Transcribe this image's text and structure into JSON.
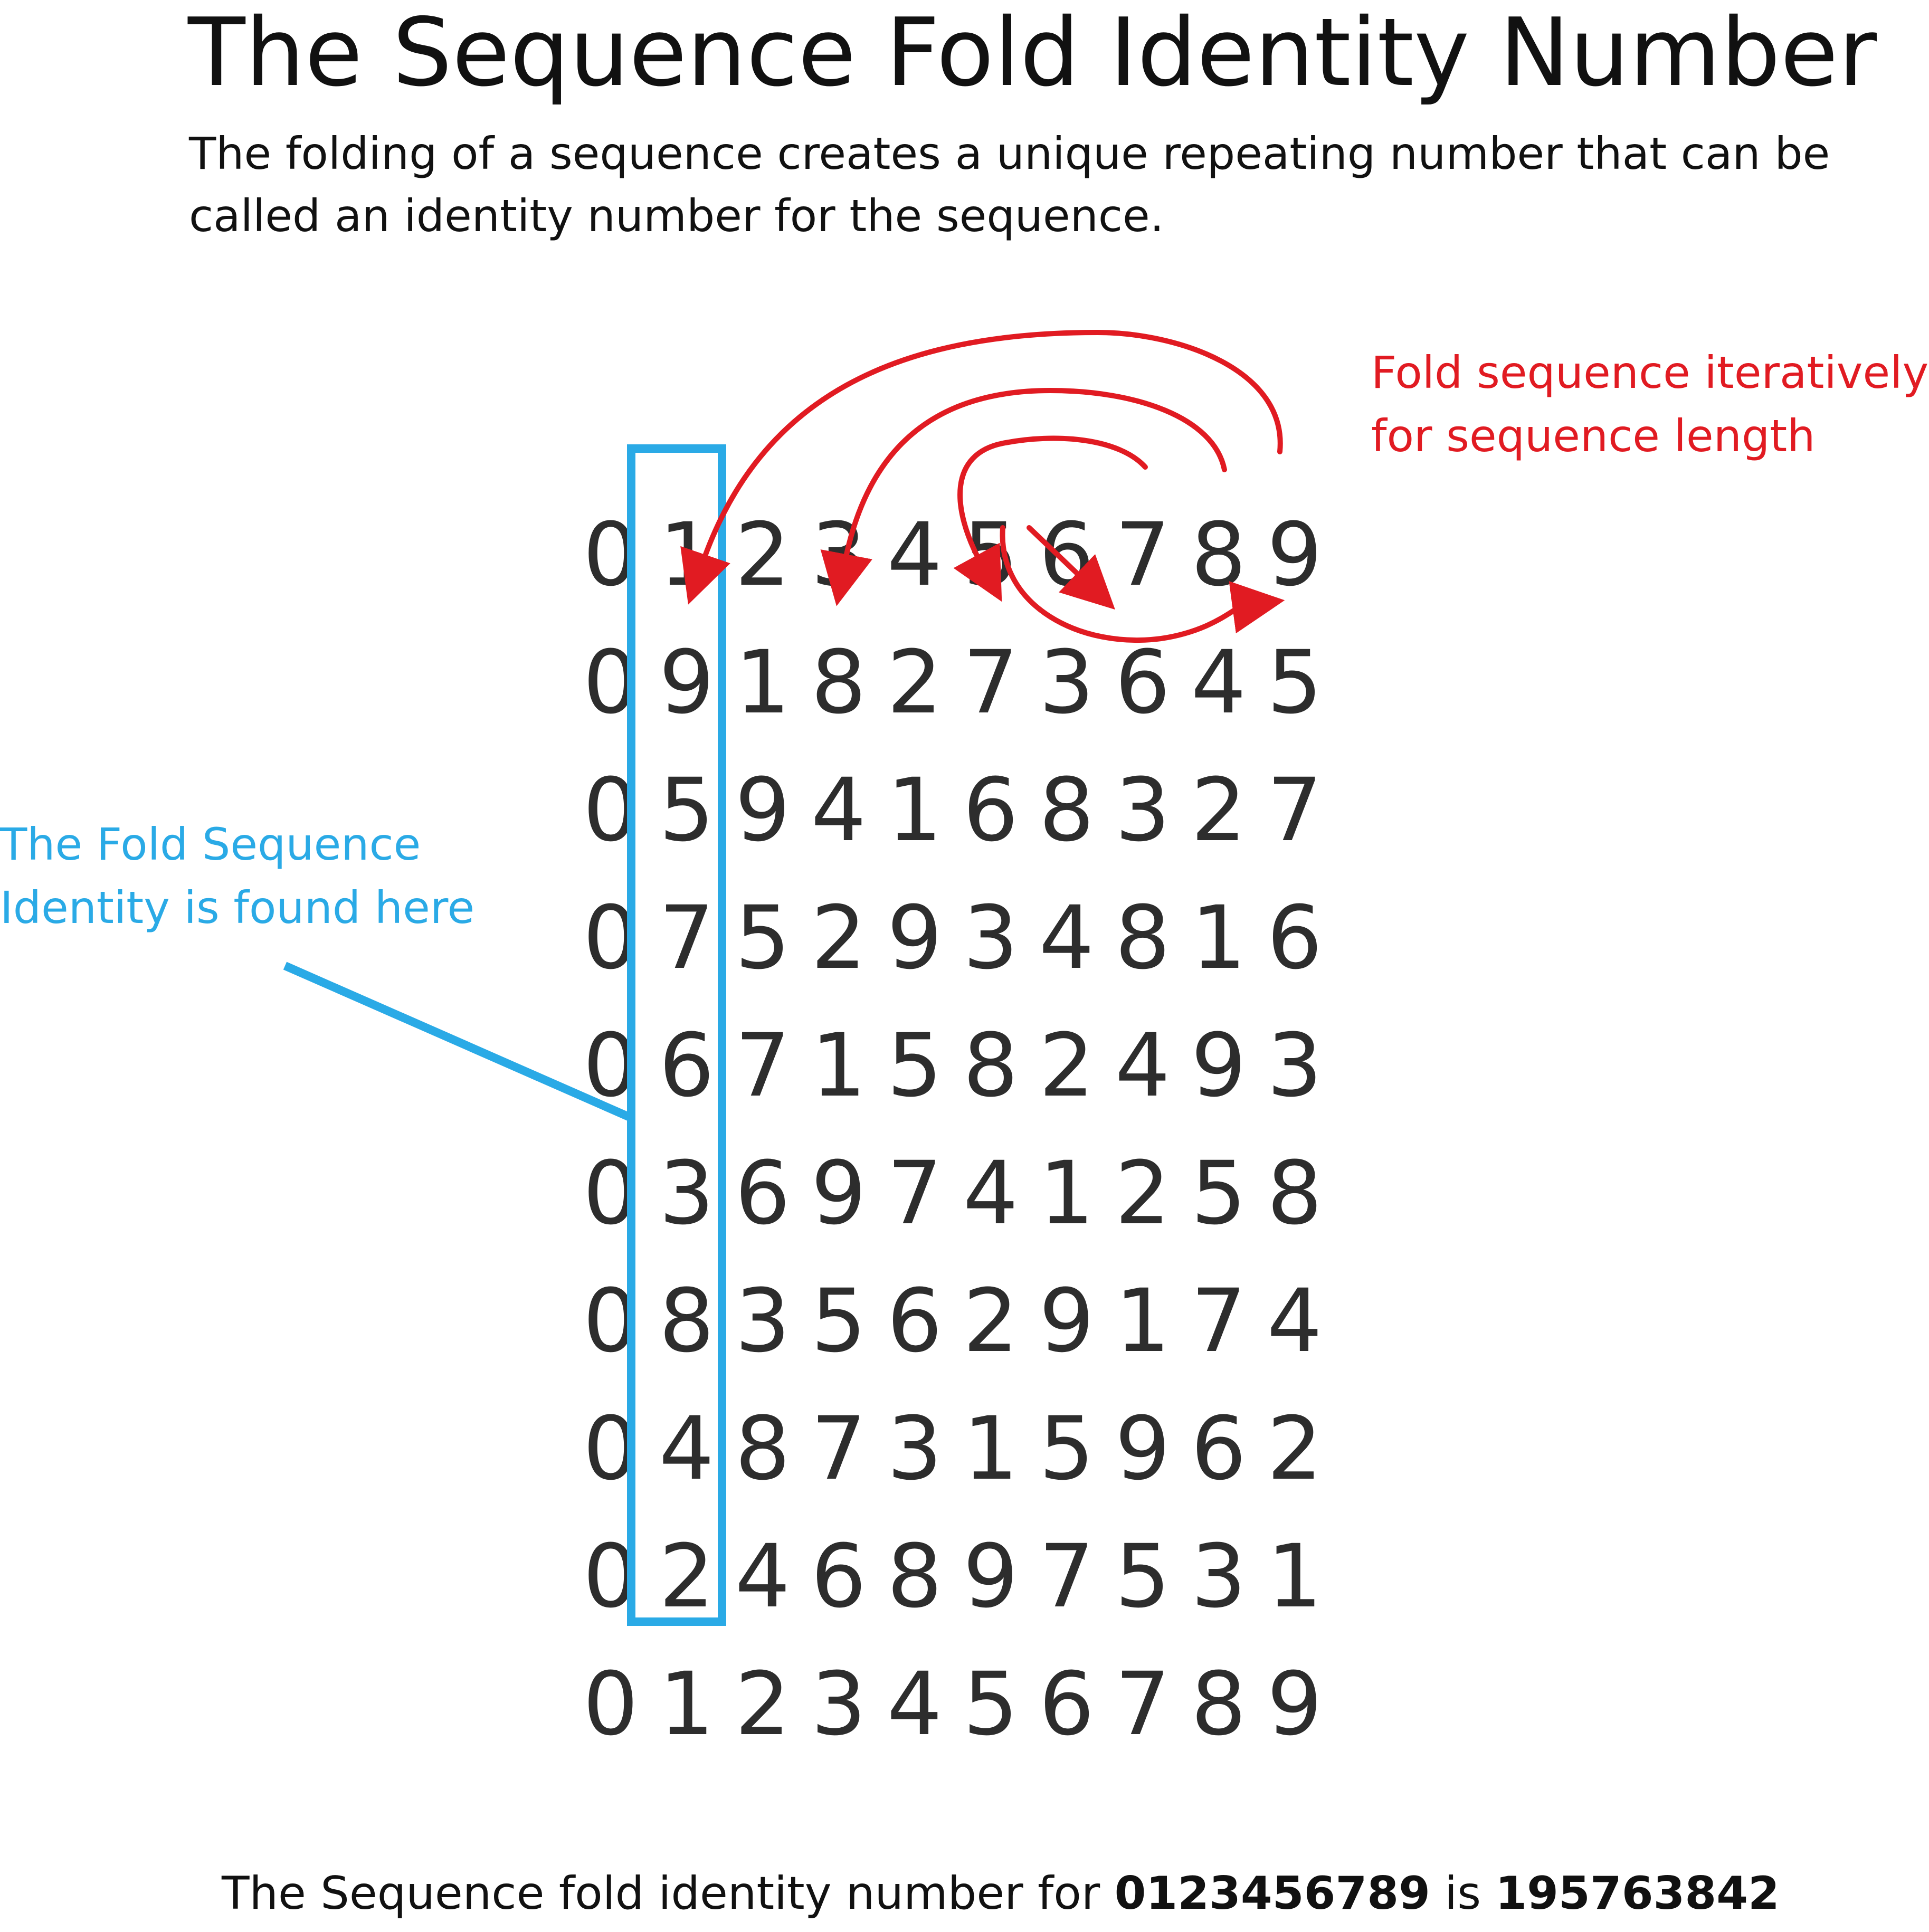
{
  "title": "The Sequence Fold Identity Number",
  "subtitle": "The folding of a sequence creates a unique repeating number that can be called an identity number for the sequence.",
  "annotations": {
    "fold_instruction": "Fold sequence iteratively\nfor sequence length",
    "identity_callout": "The Fold Sequence\nIdentity is found here"
  },
  "grid": {
    "rows": [
      [
        "0",
        "1",
        "2",
        "3",
        "4",
        "5",
        "6",
        "7",
        "8",
        "9"
      ],
      [
        "0",
        "9",
        "1",
        "8",
        "2",
        "7",
        "3",
        "6",
        "4",
        "5"
      ],
      [
        "0",
        "5",
        "9",
        "4",
        "1",
        "6",
        "8",
        "3",
        "2",
        "7"
      ],
      [
        "0",
        "7",
        "5",
        "2",
        "9",
        "3",
        "4",
        "8",
        "1",
        "6"
      ],
      [
        "0",
        "6",
        "7",
        "1",
        "5",
        "8",
        "2",
        "4",
        "9",
        "3"
      ],
      [
        "0",
        "3",
        "6",
        "9",
        "7",
        "4",
        "1",
        "2",
        "5",
        "8"
      ],
      [
        "0",
        "8",
        "3",
        "5",
        "6",
        "2",
        "9",
        "1",
        "7",
        "4"
      ],
      [
        "0",
        "4",
        "8",
        "7",
        "3",
        "1",
        "5",
        "9",
        "6",
        "2"
      ],
      [
        "0",
        "2",
        "4",
        "6",
        "8",
        "9",
        "7",
        "5",
        "3",
        "1"
      ],
      [
        "0",
        "1",
        "2",
        "3",
        "4",
        "5",
        "6",
        "7",
        "8",
        "9"
      ]
    ],
    "highlighted_column": 1
  },
  "footer": {
    "prefix": "The Sequence fold identity number for ",
    "sequence": "0123456789",
    "middle": " is ",
    "identity": "195763842"
  },
  "colors": {
    "text": "#111111",
    "digits": "#2d2d2d",
    "fold_arrows": "#e11b22",
    "identity_highlight": "#2aaae6"
  }
}
